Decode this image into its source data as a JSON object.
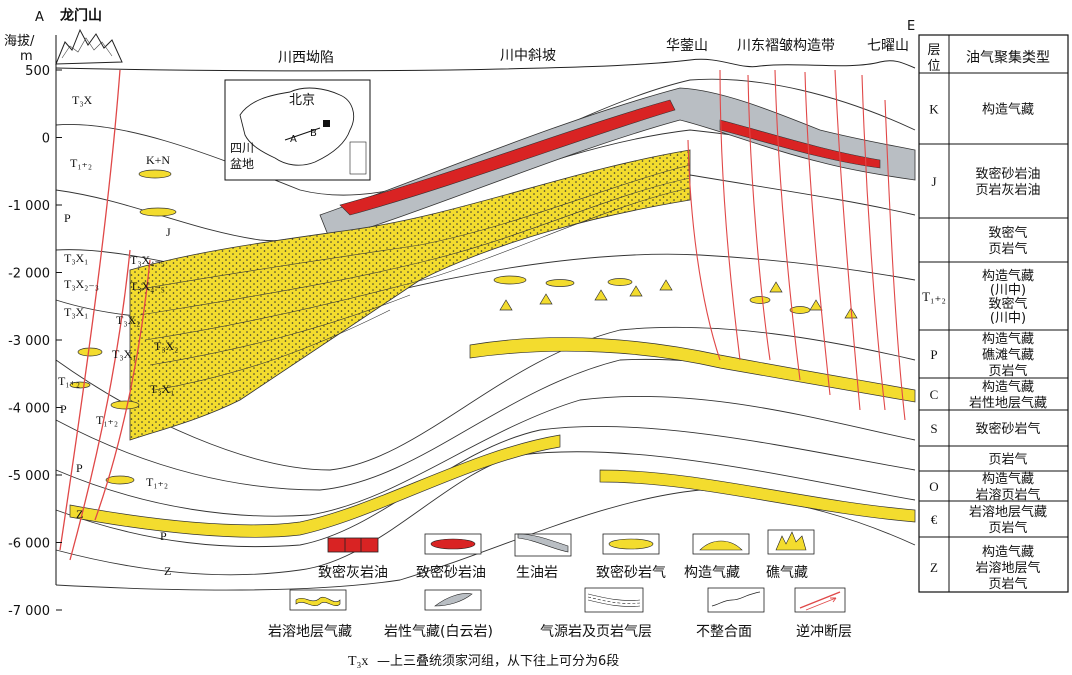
{
  "profile": {
    "start_label": "A",
    "end_label": "E",
    "mountain_label": "龙门山",
    "elevation_label_line1": "海拔/",
    "elevation_label_line2": "m",
    "regions": [
      "川西坳陷",
      "川中斜坡",
      "华蓥山",
      "川东褶皱构造带",
      "七曜山"
    ]
  },
  "axis": {
    "unit": "m",
    "ticks": [
      "500",
      "0",
      "-1 000",
      "-2 000",
      "-3 000",
      "-4 000",
      "-5 000",
      "-6 000",
      "-7 000"
    ]
  },
  "strata_labels": {
    "west": [
      "T₃X",
      "T₁₊₂",
      "P",
      "T₃X₁",
      "T₃X₂₋₃",
      "T₃X₁",
      "T₁₊₂",
      "P",
      "T₁₊₂",
      "P",
      "Z",
      "T₃X₄₋₅",
      "T₃X₄₋₅",
      "T₃X₂",
      "T₃X₁",
      "T₃X₂",
      "T₃X₁",
      "T₁₊₂",
      "K+N",
      "J",
      "P",
      "Z"
    ]
  },
  "inset_map": {
    "city": "北京",
    "basin_line1": "四川",
    "basin_line2": "盆地",
    "point_a": "A",
    "point_b": "B"
  },
  "table": {
    "header_left": "层位",
    "header_right": "油气聚集类型",
    "rows": [
      {
        "layer": "K",
        "types": [
          "构造气藏"
        ]
      },
      {
        "layer": "J",
        "types": [
          "致密砂岩油",
          "页岩灰岩油"
        ]
      },
      {
        "layer": "",
        "types": [
          "致密气",
          "页岩气"
        ]
      },
      {
        "layer": "T₁₊₂",
        "types": [
          "构造气藏",
          "(川中)",
          "致密气",
          "(川中)"
        ]
      },
      {
        "layer": "P",
        "types": [
          "构造气藏",
          "礁滩气藏",
          "页岩气"
        ]
      },
      {
        "layer": "C",
        "types": [
          "构造气藏",
          "岩性地层气藏"
        ]
      },
      {
        "layer": "S",
        "types": [
          "致密砂岩气"
        ]
      },
      {
        "layer": "",
        "types": [
          "页岩气"
        ]
      },
      {
        "layer": "O",
        "types": [
          "构造气藏",
          "岩溶页岩气"
        ]
      },
      {
        "layer": "€",
        "types": [
          "岩溶地层气藏",
          "页岩气"
        ]
      },
      {
        "layer": "Z",
        "types": [
          "构造气藏",
          "岩溶地层气",
          "页岩气"
        ]
      }
    ]
  },
  "legend": {
    "items": [
      {
        "label": "致密灰岩油",
        "icon": "limestone-oil-icon"
      },
      {
        "label": "致密砂岩油",
        "icon": "sandstone-oil-icon"
      },
      {
        "label": "生油岩",
        "icon": "source-rock-icon"
      },
      {
        "label": "致密砂岩气",
        "icon": "tight-sand-gas-icon"
      },
      {
        "label": "构造气藏",
        "icon": "structural-gas-icon"
      },
      {
        "label": "礁气藏",
        "icon": "reef-gas-icon"
      },
      {
        "label": "岩溶地层气藏",
        "icon": "karst-gas-icon"
      },
      {
        "label": "岩性气藏(白云岩)",
        "icon": "lithologic-gas-icon"
      },
      {
        "label": "气源岩及页岩气层",
        "icon": "shale-gas-icon"
      },
      {
        "label": "不整合面",
        "icon": "unconformity-icon"
      },
      {
        "label": "逆冲断层",
        "icon": "thrust-fault-icon"
      }
    ]
  },
  "caption": {
    "abbr": "T₃x",
    "text": "—上三叠统须家河组，从下往上可分为6段"
  },
  "colors": {
    "reservoir_yellow": "#f3dc2e",
    "oil_red": "#d92323",
    "source_gray": "#b9bec3",
    "fault_red": "#e04848"
  }
}
